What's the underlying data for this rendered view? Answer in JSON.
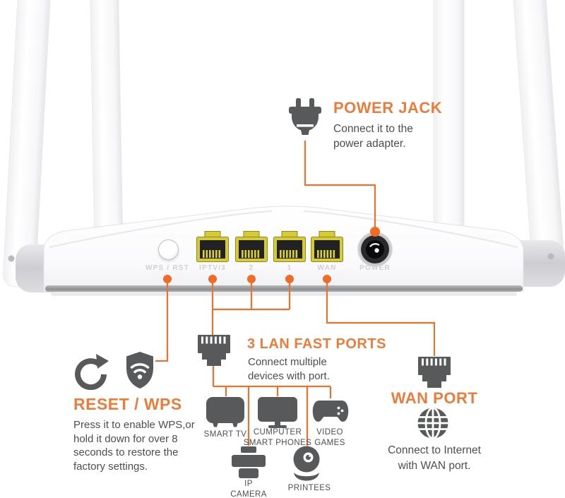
{
  "colors": {
    "orange-heading": "#e97d3c",
    "orange-line": "#e9722c",
    "orange-dot": "#ef6b26",
    "icon-gray": "#58595b",
    "text-gray": "#4d4e50",
    "emboss-gray": "#d0d0d5",
    "ethernet-yellow": "#d6ca36"
  },
  "router": {
    "port_labels": {
      "wps": "WPS / RST",
      "lan3": "IPTV/3",
      "lan2": "2",
      "lan1": "1",
      "wan": "WAN",
      "power": "POWER"
    }
  },
  "annotations": {
    "power_jack": {
      "title": "POWER JACK",
      "desc": "Connect it to the\npower adapter."
    },
    "reset_wps": {
      "title": "RESET / WPS",
      "desc": "Press it to enable WPS,or\nhold it down for over 8\nseconds to restore the\nfactory settings."
    },
    "lan_ports": {
      "title": "3 LAN FAST PORTS",
      "desc": "Connect multiple\ndevices with port."
    },
    "wan_port": {
      "title": "WAN PORT",
      "desc": "Connect to Internet\nwith WAN port."
    }
  },
  "devices": [
    {
      "id": "smart-tv",
      "label": "SMART TV"
    },
    {
      "id": "computer-smartphones",
      "label": "CUMPUTER\nSMART PHONES"
    },
    {
      "id": "video-games",
      "label": "VIDEO\nGAMES"
    },
    {
      "id": "ip-camera",
      "label": "IP\nCAMERA"
    },
    {
      "id": "printers",
      "label": "PRINTEES"
    }
  ]
}
